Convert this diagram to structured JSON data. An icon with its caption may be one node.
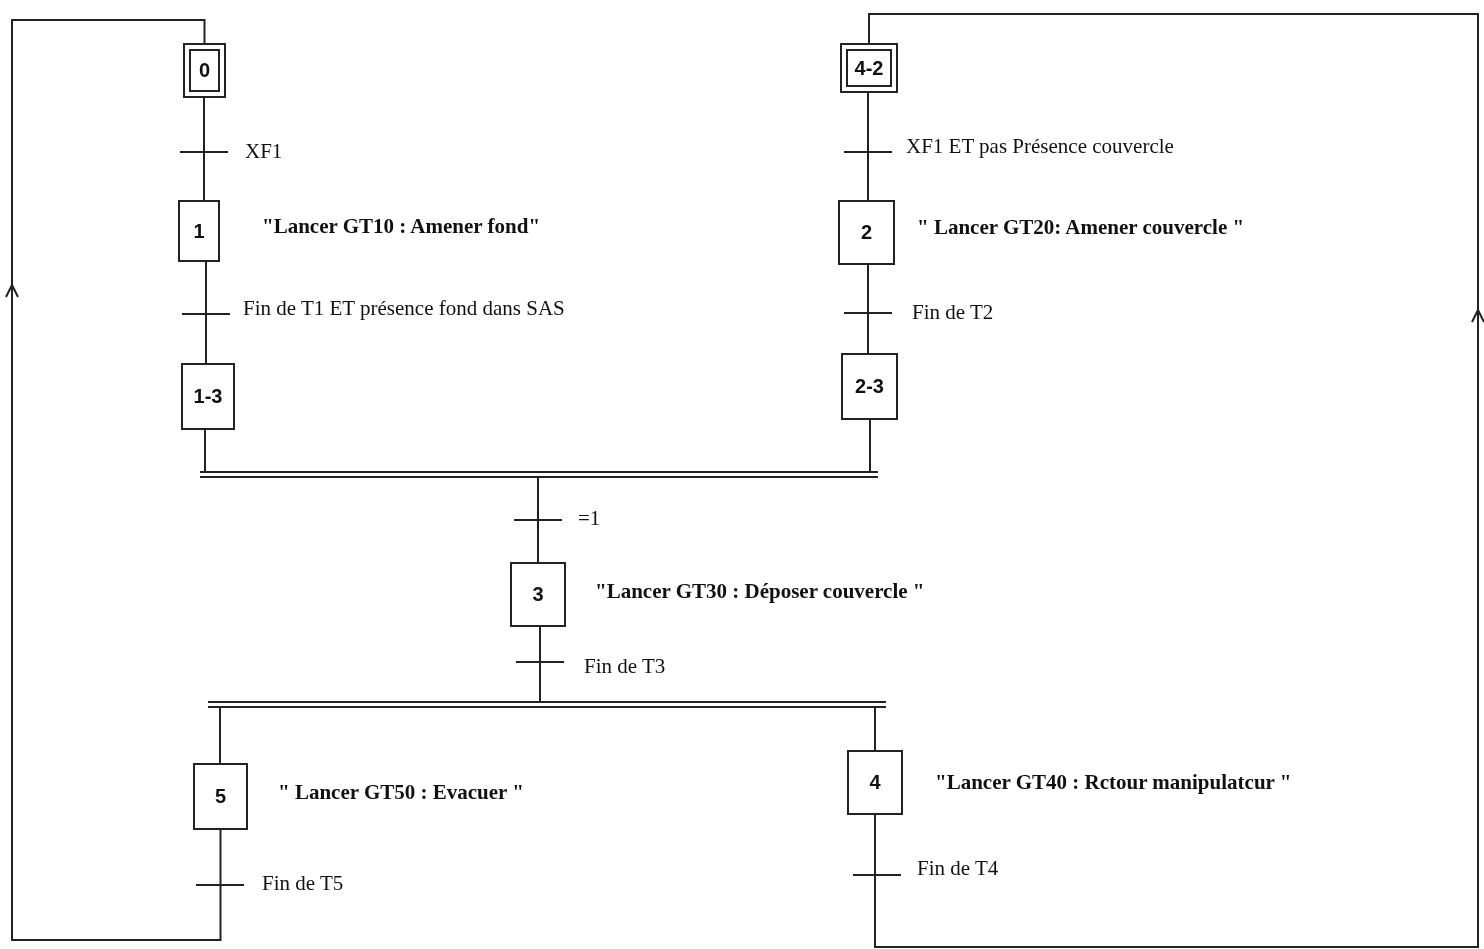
{
  "diagram": {
    "nodes": [
      {
        "text": [
          "0"
        ]
      },
      {
        "text": [
          "1"
        ],
        "beside": [
          "\"Lancer GT10 : Amener fond\""
        ]
      },
      {
        "text": [
          "1-3"
        ]
      },
      {
        "text": [
          "4-2"
        ]
      },
      {
        "text": [
          "2"
        ],
        "beside": [
          "\" Lancer GT20: Amener couvercle \""
        ]
      },
      {
        "text": [
          "2-3"
        ]
      },
      {
        "text": [],
        "shape": "bar"
      },
      {
        "text": [
          "3"
        ],
        "beside": [
          "\"Lancer GT30 : Déposer couvercle \""
        ]
      },
      {
        "text": [],
        "shape": "bar"
      },
      {
        "text": [
          "5"
        ],
        "beside": [
          "\" Lancer GT50 : Evacuer \""
        ]
      },
      {
        "text": [
          "4"
        ],
        "beside": [
          "\"Lancer GT40 : Rctour manipulatcur \""
        ]
      }
    ],
    "edges": [
      {
        "from": 0,
        "to": 1,
        "arrow": "none",
        "label": "XF1"
      },
      {
        "from": 1,
        "to": 2,
        "arrow": "none",
        "label": "Fin de T1 ET présence fond dans SAS"
      },
      {
        "from": 2,
        "to": 6,
        "arrow": "none"
      },
      {
        "from": 3,
        "to": 4,
        "arrow": "none",
        "label": "XF1 ET pas Présence couvercle"
      },
      {
        "from": 4,
        "to": 5,
        "arrow": "none",
        "label": "Fin de T2"
      },
      {
        "from": 5,
        "to": 6,
        "arrow": "none"
      },
      {
        "from": 6,
        "to": 7,
        "arrow": "none",
        "label": "=1"
      },
      {
        "from": 7,
        "to": 8,
        "arrow": "none",
        "label": "Fin de T3"
      },
      {
        "from": 8,
        "to": 9,
        "arrow": "none"
      },
      {
        "from": 8,
        "to": 10,
        "arrow": "none"
      },
      {
        "from": 9,
        "to": 0,
        "arrow": "to",
        "label": "Fin de T5"
      },
      {
        "from": 10,
        "to": 3,
        "arrow": "to",
        "label": "Fin de T4"
      }
    ]
  }
}
